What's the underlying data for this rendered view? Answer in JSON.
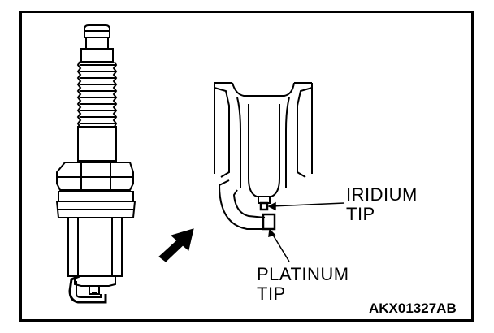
{
  "labels": {
    "iridium_line1": "IRIDIUM",
    "iridium_line2": "TIP",
    "platinum_line1": "PLATINUM",
    "platinum_line2": "TIP",
    "figure_code": "AKX01327AB"
  },
  "colors": {
    "ink": "#000000",
    "paper": "#ffffff"
  },
  "icons": {
    "pointer": "arrow-up-right-icon"
  }
}
